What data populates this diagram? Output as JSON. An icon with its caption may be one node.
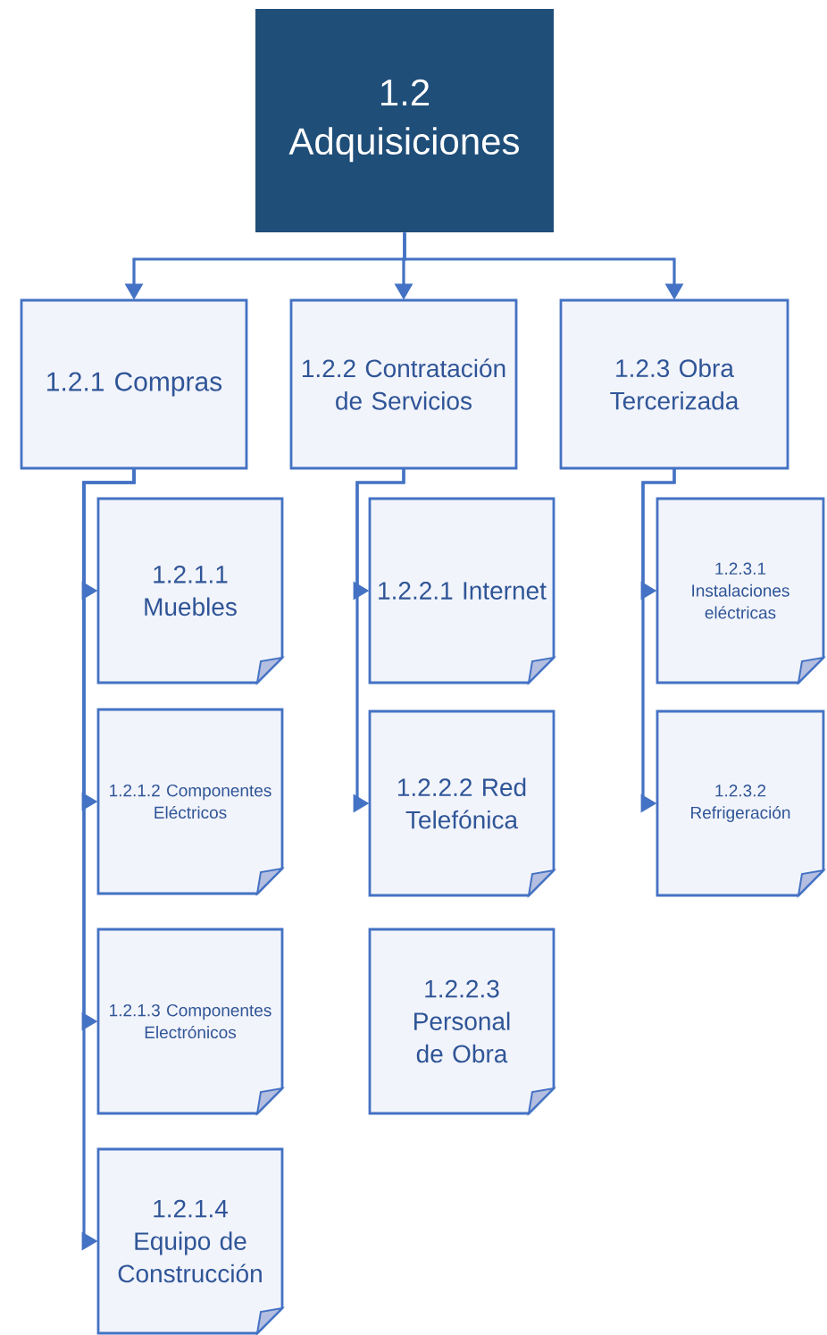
{
  "diagram": {
    "nodes": [
      {
        "text": [
          "1.2 Adquisiciones"
        ]
      },
      {
        "text": [
          "1.2.1 Compras"
        ]
      },
      {
        "text": [
          "1.2.2 Contratación de Servicios"
        ]
      },
      {
        "text": [
          "1.2.3 Obra Tercerizada"
        ]
      },
      {
        "text": [
          "1.2.1.1 Muebles"
        ]
      },
      {
        "text": [
          "1.2.1.2 Componentes Eléctricos"
        ]
      },
      {
        "text": [
          "1.2.1.3 Componentes Electrónicos"
        ]
      },
      {
        "text": [
          "1.2.1.4 Equipo de Construcción"
        ]
      },
      {
        "text": [
          "1.2.2.1 Internet"
        ]
      },
      {
        "text": [
          "1.2.2.2 Red Telefónica"
        ]
      },
      {
        "text": [
          "1.2.2.3 Personal de Obra"
        ]
      },
      {
        "text": [
          "1.2.3.1 Instalaciones eléctricas"
        ]
      },
      {
        "text": [
          "1.2.3.2 Refrigeración"
        ]
      }
    ],
    "edges": [
      {
        "from": 0,
        "to": 1,
        "arrow": "to"
      },
      {
        "from": 0,
        "to": 2,
        "arrow": "to"
      },
      {
        "from": 0,
        "to": 3,
        "arrow": "to"
      },
      {
        "from": 1,
        "to": 4,
        "arrow": "to"
      },
      {
        "from": 1,
        "to": 5,
        "arrow": "to"
      },
      {
        "from": 1,
        "to": 6,
        "arrow": "to"
      },
      {
        "from": 1,
        "to": 7,
        "arrow": "to"
      },
      {
        "from": 2,
        "to": 8,
        "arrow": "to"
      },
      {
        "from": 2,
        "to": 9,
        "arrow": "to"
      },
      {
        "from": 3,
        "to": 11,
        "arrow": "to"
      },
      {
        "from": 3,
        "to": 12,
        "arrow": "to"
      }
    ]
  }
}
